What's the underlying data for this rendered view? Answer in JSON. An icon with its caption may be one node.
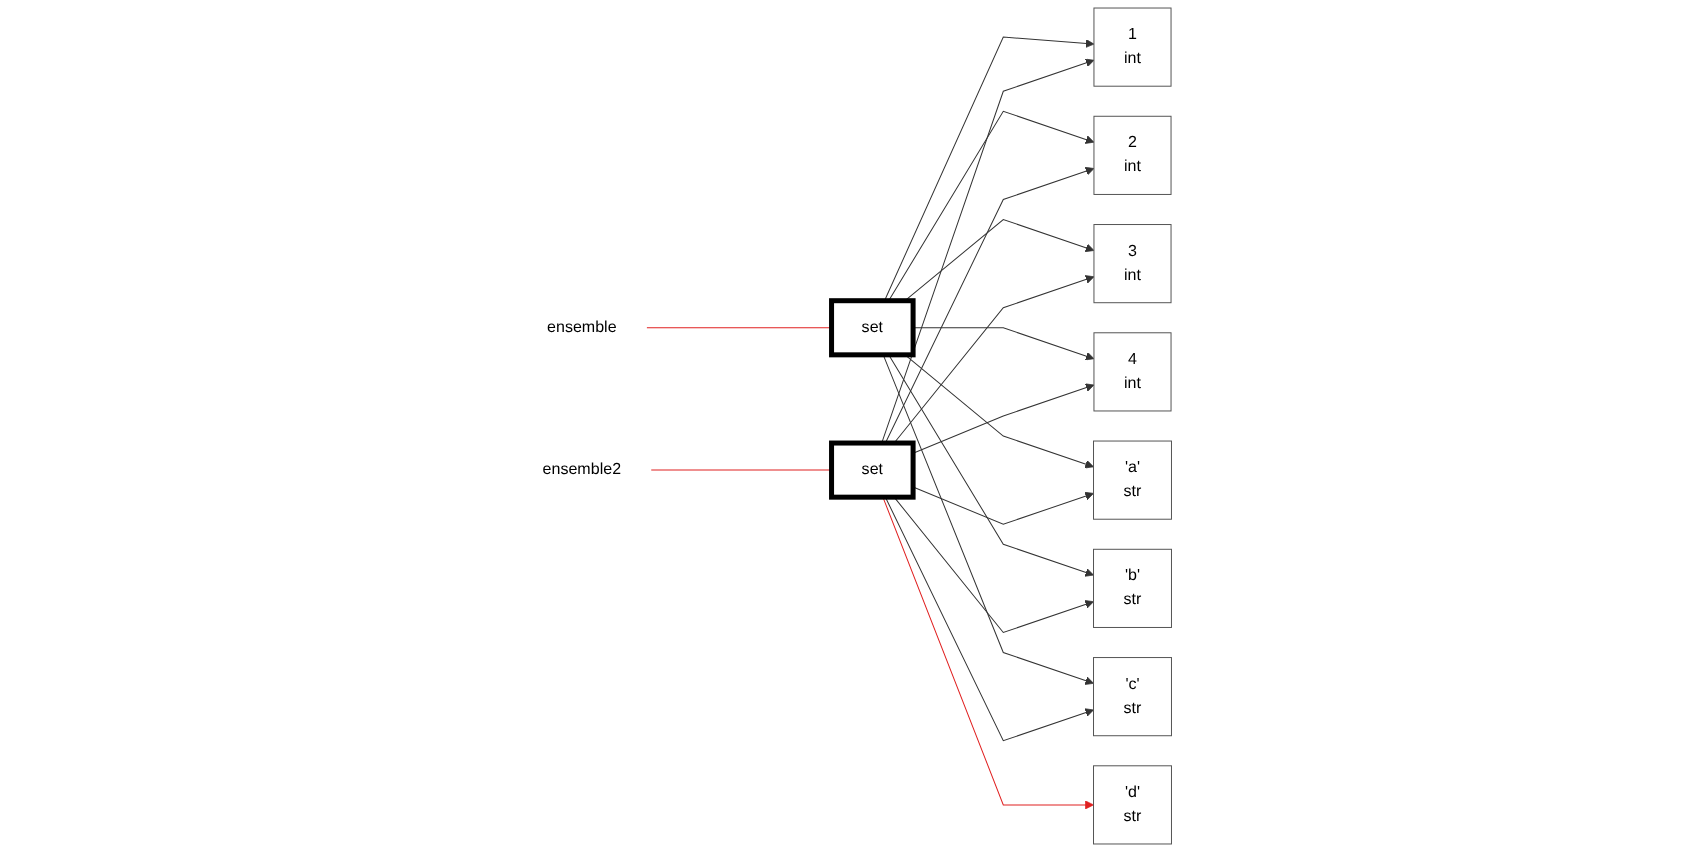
{
  "diagram": {
    "nodes": [
      {
        "text": [
          "set"
        ]
      },
      {
        "text": [
          "ensemble"
        ]
      },
      {
        "text": [
          "1",
          "int"
        ]
      },
      {
        "text": [
          "2",
          "int"
        ]
      },
      {
        "text": [
          "3",
          "int"
        ]
      },
      {
        "text": [
          "4",
          "int"
        ]
      },
      {
        "text": [
          "'a'",
          "str"
        ]
      },
      {
        "text": [
          "'b'",
          "str"
        ]
      },
      {
        "text": [
          "'c'",
          "str"
        ]
      },
      {
        "text": [
          "'d'",
          "str"
        ]
      },
      {
        "text": [
          "ensemble2"
        ]
      },
      {
        "text": [
          "set"
        ]
      }
    ],
    "edges": [
      {
        "from": 1,
        "to": 0,
        "arrow": "none",
        "color": "#e02020"
      },
      {
        "from": 0,
        "to": 2,
        "arrow": "to"
      },
      {
        "from": 0,
        "to": 3,
        "arrow": "to"
      },
      {
        "from": 0,
        "to": 4,
        "arrow": "to"
      },
      {
        "from": 0,
        "to": 5,
        "arrow": "to"
      },
      {
        "from": 0,
        "to": 6,
        "arrow": "to"
      },
      {
        "from": 0,
        "to": 7,
        "arrow": "to"
      },
      {
        "from": 0,
        "to": 8,
        "arrow": "to"
      },
      {
        "from": 10,
        "to": 11,
        "arrow": "none",
        "color": "#e02020"
      },
      {
        "from": 11,
        "to": 2,
        "arrow": "to"
      },
      {
        "from": 11,
        "to": 3,
        "arrow": "to"
      },
      {
        "from": 11,
        "to": 4,
        "arrow": "to"
      },
      {
        "from": 11,
        "to": 5,
        "arrow": "to"
      },
      {
        "from": 11,
        "to": 6,
        "arrow": "to"
      },
      {
        "from": 11,
        "to": 7,
        "arrow": "to"
      },
      {
        "from": 11,
        "to": 8,
        "arrow": "to"
      },
      {
        "from": 11,
        "to": 9,
        "arrow": "to",
        "color": "#e02020"
      }
    ]
  }
}
